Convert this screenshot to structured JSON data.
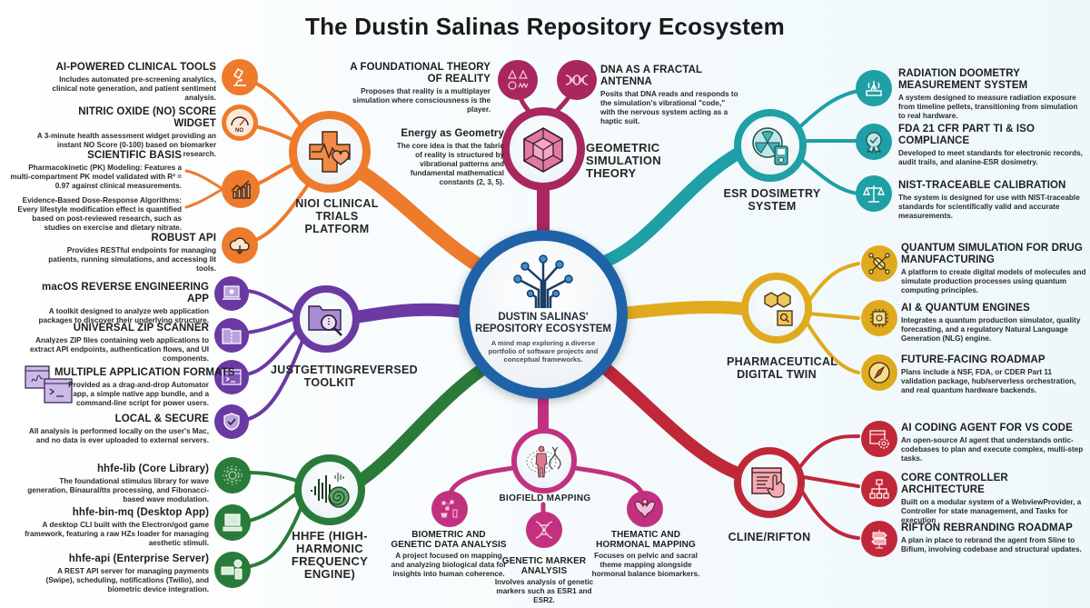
{
  "title": "The Dustin Salinas Repository Ecosystem",
  "colors": {
    "orange": "#ee7a2c",
    "magenta": "#a8275f",
    "teal": "#1f9fa6",
    "purple": "#6a3aa2",
    "gold": "#e0aa1e",
    "green": "#2a7b3a",
    "pink": "#c2317f",
    "red": "#c0283a",
    "center": "#1f62a8"
  },
  "center": {
    "title": "DUSTIN SALINAS' REPOSITORY ECOSYSTEM",
    "subtitle": "A mind map exploring a diverse portfolio of software projects and conceptual frameworks.",
    "icon": "circuit-tree-icon"
  },
  "branches": {
    "nioi": {
      "label": "NIOI CLINICAL TRIALS PLATFORM",
      "icon": "medical-cross-heart-icon",
      "items": [
        {
          "title": "AI-POWERED CLINICAL TOOLS",
          "text": "Includes automated pre-screening analytics, clinical note generation, and patient sentiment analysis.",
          "icon": "microscope-icon"
        },
        {
          "title": "NITRIC OXIDE (NO) SCORE WIDGET",
          "text": "A 3-minute health assessment widget providing an instant NO Score (0-100) based on biomarker research.",
          "icon": "gauge-icon",
          "icon_text": "NO"
        },
        {
          "title": "SCIENTIFIC BASIS",
          "text1": "Pharmacokinetic (PK) Modeling: Features a multi-compartment PK model validated with R² = 0.97 against clinical measurements.",
          "text2": "Evidence-Based Dose-Response Algorithms: Every lifestyle modification effect is quantified based on post-reviewed research, such as studies on exercise and dietary nitrate.",
          "icon": "bar-chart-icon"
        },
        {
          "title": "ROBUST API",
          "text": "Provides RESTful endpoints for managing patients, running simulations, and accessing lit tools.",
          "icon": "cloud-icon"
        }
      ]
    },
    "geometric": {
      "label": "GEOMETRIC SIMULATION THEORY",
      "icon": "hexagon-cube-icon",
      "items": [
        {
          "title": "A FOUNDATIONAL THEORY OF REALITY",
          "text": "Proposes that reality is a multiplayer simulation where consciousness is the player.",
          "icon": "shapes-icon"
        },
        {
          "title": "DNA AS A FRACTAL ANTENNA",
          "text": "Posits that DNA reads and responds to the simulation's vibrational \"code,\" with the nervous system acting as a haptic suit.",
          "icon": "dna-icon"
        },
        {
          "title": "Energy as Geometry",
          "text": "The core idea is that the fabric of reality is structured by vibrational patterns and fundamental mathematical constants (2, 3, 5)."
        }
      ]
    },
    "esr": {
      "label": "ESR DOSIMETRY SYSTEM",
      "icon": "radiation-meter-icon",
      "items": [
        {
          "title": "RADIATION DOOMETRY MEASUREMENT SYSTEM",
          "text": "A system designed to measure radiation exposure from timeline pellets, transitioning from simulation to real hardware.",
          "icon": "antenna-device-icon"
        },
        {
          "title": "FDA 21 CFR PART TI & ISO COMPLIANCE",
          "text": "Developed to meet standards for electronic records, audit trails, and alanine-ESR dosimetry.",
          "icon": "badge-check-icon"
        },
        {
          "title": "NIST-TRACEABLE CALIBRATION",
          "text": "The system is designed for use with NIST-traceable standards for scientifically valid and accurate measurements.",
          "icon": "scales-icon"
        }
      ]
    },
    "jgr": {
      "label": "JUSTGETTINGREVERSED TOOLKIT",
      "icon": "folder-search-icon",
      "items": [
        {
          "title": "macOS REVERSE ENGINEERING APP",
          "text": "A toolkit designed to analyze web application packages to discover their underlying structure.",
          "icon": "laptop-icon"
        },
        {
          "title": "UNIVERSAL ZIP SCANNER",
          "text": "Analyzes ZIP files containing web applications to extract API endpoints, authentication flows, and UI components.",
          "icon": "zip-folder-icon"
        },
        {
          "title": "MULTIPLE APPLICATION FORMATS",
          "text": "Provided as a drag-and-drop Automator app, a simple native app bundle, and a command-line script for power users.",
          "icon": "terminal-icon"
        },
        {
          "title": "LOCAL & SECURE",
          "text": "All analysis is performed locally on the user's Mac, and no data is ever uploaded to external servers.",
          "icon": "shield-check-icon"
        }
      ]
    },
    "pharma": {
      "label": "PHARMACEUTICAL DIGITAL TWIN",
      "icon": "molecule-chip-icon",
      "items": [
        {
          "title": "QUANTUM SIMULATION FOR DRUG MANUFACTURING",
          "text": "A platform to create digital models of molecules and simulate production processes using quantum computing principles.",
          "icon": "atom-pill-icon"
        },
        {
          "title": "AI & QUANTUM ENGINES",
          "text": "Integrates a quantum production simulator, quality forecasting, and a regulatory Natural Language Generation (NLG) engine.",
          "icon": "chip-icon"
        },
        {
          "title": "FUTURE-FACING ROADMAP",
          "text": "Plans include a NSF, FDA, or CDER Part 11 validation package, hub/serverless orchestration, and real quantum hardware backends.",
          "icon": "compass-icon"
        }
      ]
    },
    "hhfe": {
      "label": "HHFE (HIGH-HARMONIC FREQUENCY ENGINE)",
      "icon": "waveform-spiral-icon",
      "items": [
        {
          "title": "hhfe-lib (Core Library)",
          "text": "The foundational stimulus library for wave generation, Binaural/tts processing, and Fibonacci-based wave modulation.",
          "icon": "gear-icon"
        },
        {
          "title": "hhfe-bin-mq (Desktop App)",
          "text": "A desktop CLI built with the Electron/god game framework, featuring a raw HZs loader for managing aesthetic stimuli.",
          "icon": "computer-icon"
        },
        {
          "title": "hhfe-api (Enterprise Server)",
          "text": "A REST API server for managing payments (Swipe), scheduling, notifications (Twilio), and biometric device integration.",
          "icon": "payment-icon"
        }
      ]
    },
    "biofield": {
      "label": "BIOFIELD MAPPING",
      "icon": "human-field-icon",
      "items": [
        {
          "title": "BIOMETRIC AND GENETIC DATA ANALYSIS",
          "text": "A project focused on mapping and analyzing biological data for insights into human coherence.",
          "icon": "lab-flow-icon"
        },
        {
          "title": "GENETIC MARKER ANALYSIS",
          "text": "Involves analysis of genetic markers such as ESR1 and ESR2.",
          "icon": "dna-icon"
        },
        {
          "title": "THEMATIC AND HORMONAL MAPPING",
          "text": "Focuses on pelvic and sacral theme mapping alongside hormonal balance biomarkers.",
          "icon": "pelvis-icon"
        }
      ]
    },
    "cline": {
      "label": "CLINE/RIFTON",
      "icon": "browser-hand-icon",
      "items": [
        {
          "title": "AI CODING AGENT FOR VS CODE",
          "text": "An open-source AI agent that understands ontic-codebases to plan and execute complex, multi-step tasks.",
          "icon": "window-gear-icon"
        },
        {
          "title": "CORE CONTROLLER ARCHITECTURE",
          "text": "Built on a modular system of a WebviewProvider, a Controller for state management, and Tasks for execution",
          "icon": "hierarchy-icon"
        },
        {
          "title": "RIFTON REBRANDING ROADMAP",
          "text": "A plan in place to rebrand the agent from Sline to Bifium, involving codebase and structural updates.",
          "icon": "signpost-icon"
        }
      ]
    }
  }
}
